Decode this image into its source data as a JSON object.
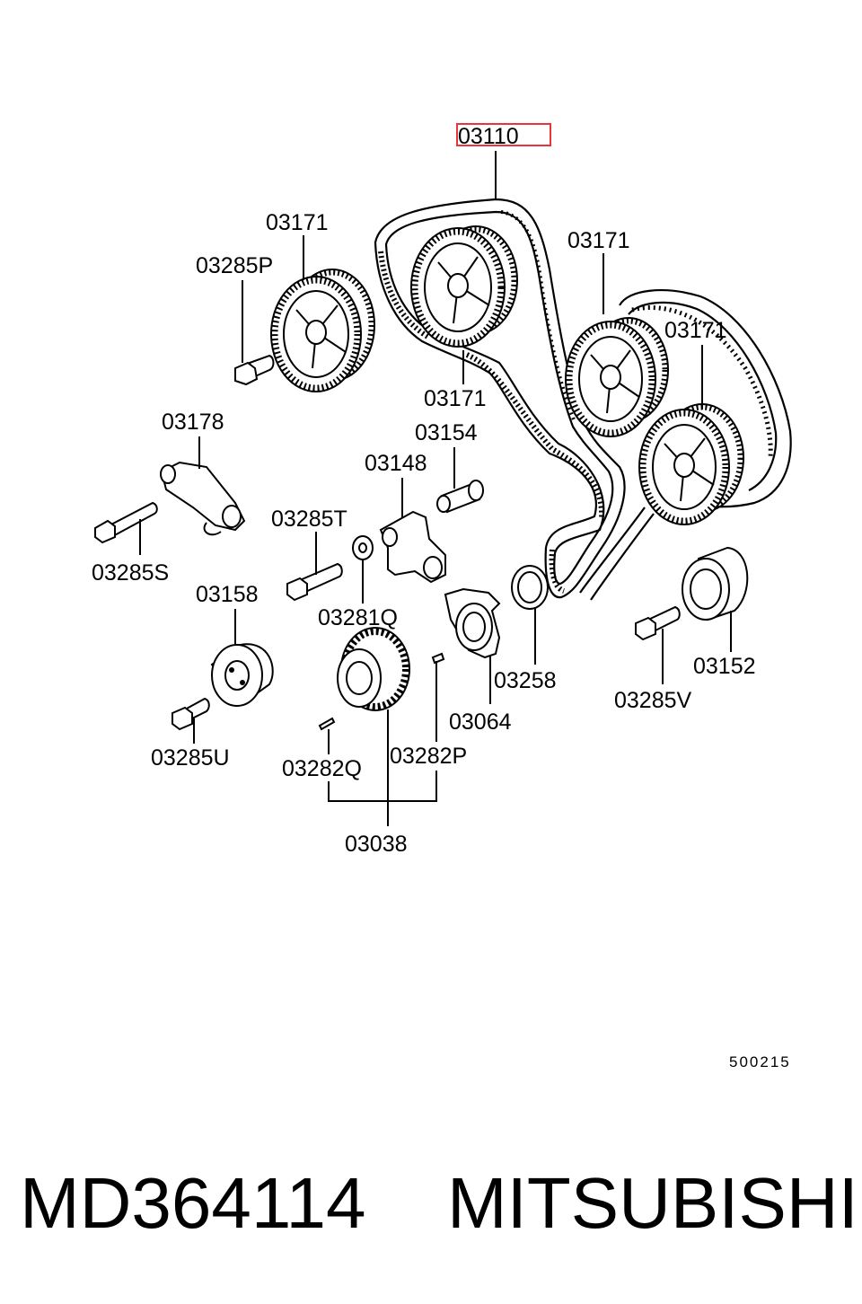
{
  "diagram": {
    "callouts": {
      "belt": "03110",
      "sprocket_top_left": "03171",
      "sprocket_center_below": "03171",
      "sprocket_right_upper": "03171",
      "sprocket_right_lower": "03171",
      "bolt_p": "03285P",
      "tensioner_arm": "03178",
      "bolt_s": "03285S",
      "idler_spacer": "03154",
      "tensioner_bracket": "03148",
      "bolt_t": "03285T",
      "washer": "03281Q",
      "tensioner_pulley": "03158",
      "bolt_u": "03285U",
      "crank_sprocket_group": "03038",
      "pin_q": "03282Q",
      "pin_p": "03282P",
      "flange_plate": "03064",
      "flange_ring": "03258",
      "idler_pulley": "03152",
      "bolt_v": "03285V"
    },
    "reference_number": "500215"
  },
  "footer": {
    "part_number": "MD364114",
    "brand": "MITSUBISHI"
  },
  "colors": {
    "highlight": "#e8343a",
    "line": "#000000"
  }
}
